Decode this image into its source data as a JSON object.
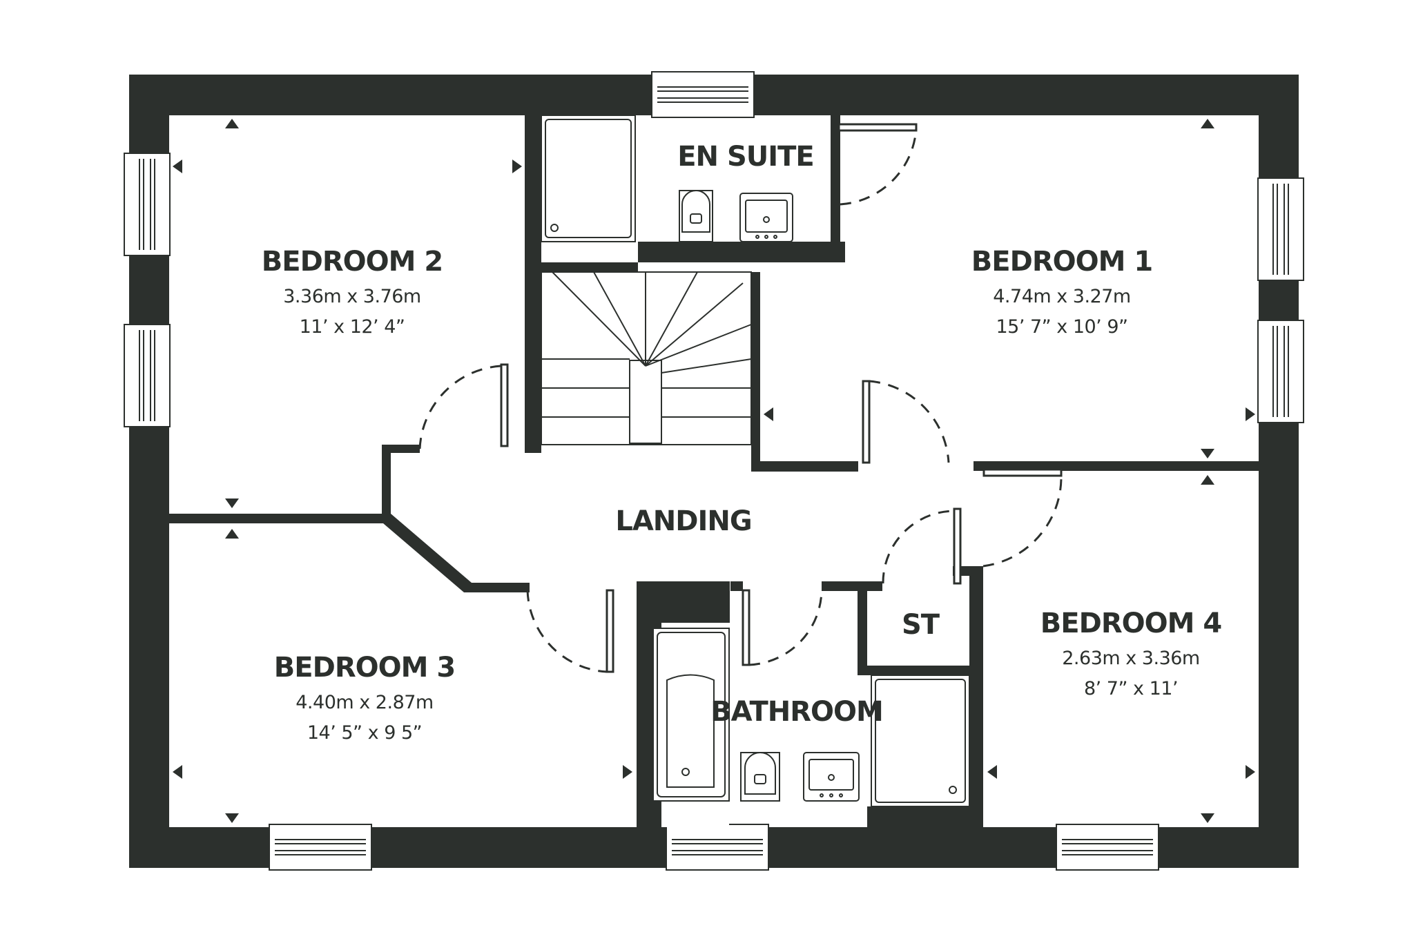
{
  "colors": {
    "wall": "#2c302d",
    "background": "#ffffff"
  },
  "rooms": {
    "bedroom1": {
      "name": "BEDROOM 1",
      "metric": "4.74m x 3.27m",
      "imperial": "15’ 7” x 10’ 9”"
    },
    "bedroom2": {
      "name": "BEDROOM 2",
      "metric": "3.36m x 3.76m",
      "imperial": "11’ x 12’ 4”"
    },
    "bedroom3": {
      "name": "BEDROOM 3",
      "metric": "4.40m x 2.87m",
      "imperial": "14’ 5” x 9 5”"
    },
    "bedroom4": {
      "name": "BEDROOM 4",
      "metric": "2.63m x 3.36m",
      "imperial": "8’ 7” x 11’"
    },
    "ensuite": {
      "name": "EN SUITE"
    },
    "landing": {
      "name": "LANDING"
    },
    "bathroom": {
      "name": "BATHROOM"
    },
    "store": {
      "name": "ST"
    }
  },
  "icons": [
    "window-icon",
    "door-swing-icon",
    "shower-tray-icon",
    "toilet-icon",
    "basin-icon",
    "bath-icon",
    "staircase-icon",
    "dimension-arrow-icon"
  ]
}
